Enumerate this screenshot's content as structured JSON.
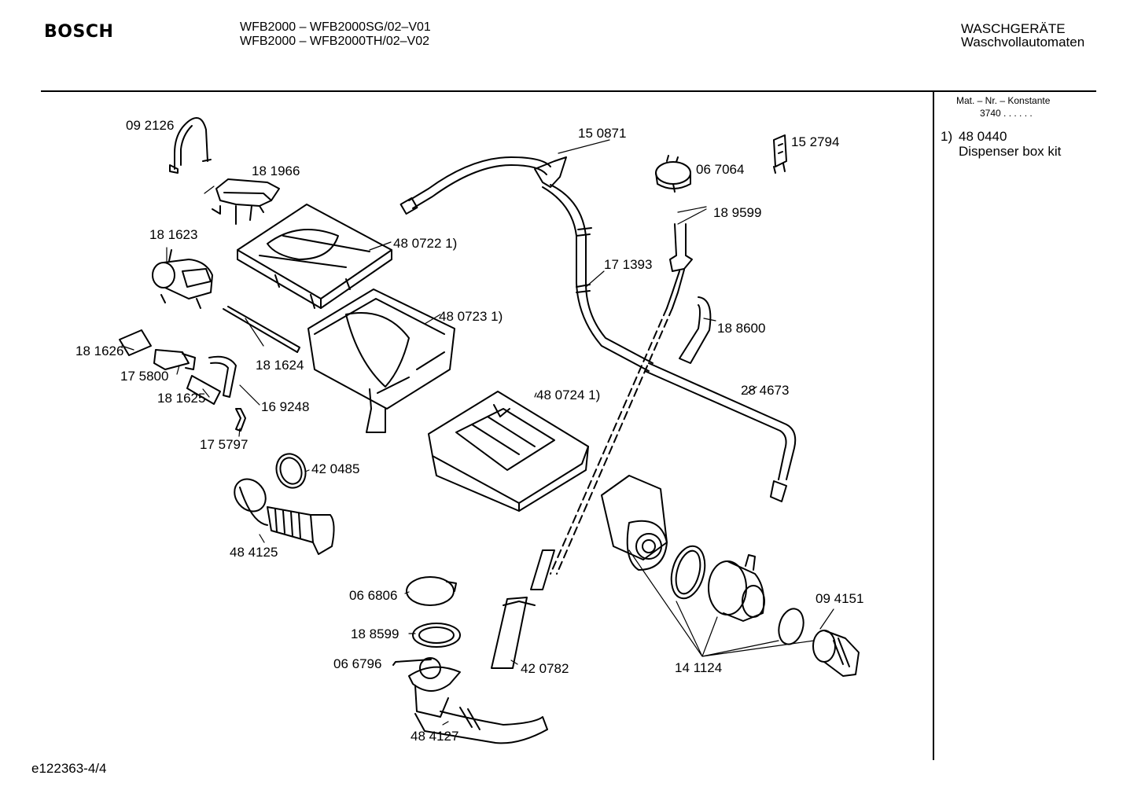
{
  "header": {
    "brand": "BOSCH",
    "model_lines": [
      "WFB2000 – WFB2000SG/02–V01",
      "WFB2000 – WFB2000TH/02–V02"
    ],
    "category_lines": [
      "WASCHGERÄTE",
      "Waschvollautomaten"
    ]
  },
  "side_panel": {
    "mat_header": "Mat. – Nr. – Konstante",
    "mat_value": "3740  .  .  .  .  .  .",
    "note_marker": "1)",
    "note_number": "48 0440",
    "note_text": "Dispenser box kit"
  },
  "parts": [
    "09 2126",
    "18 1966",
    "18 1623",
    "48 0722 1)",
    "15 0871",
    "06 7064",
    "15 2794",
    "18 9599",
    "17 1393",
    "48 0723 1)",
    "18 1626",
    "18 1624",
    "17 5800",
    "18 1625",
    "16 9248",
    "17 5797",
    "18 8600",
    "28 4673",
    "48 0724 1)",
    "42 0485",
    "48 4125",
    "06 6806",
    "18 8599",
    "06 6796",
    "48 4127",
    "42 0782",
    "14 1124",
    "09 4151"
  ],
  "footer": {
    "doc_id": "e122363-4/4"
  }
}
